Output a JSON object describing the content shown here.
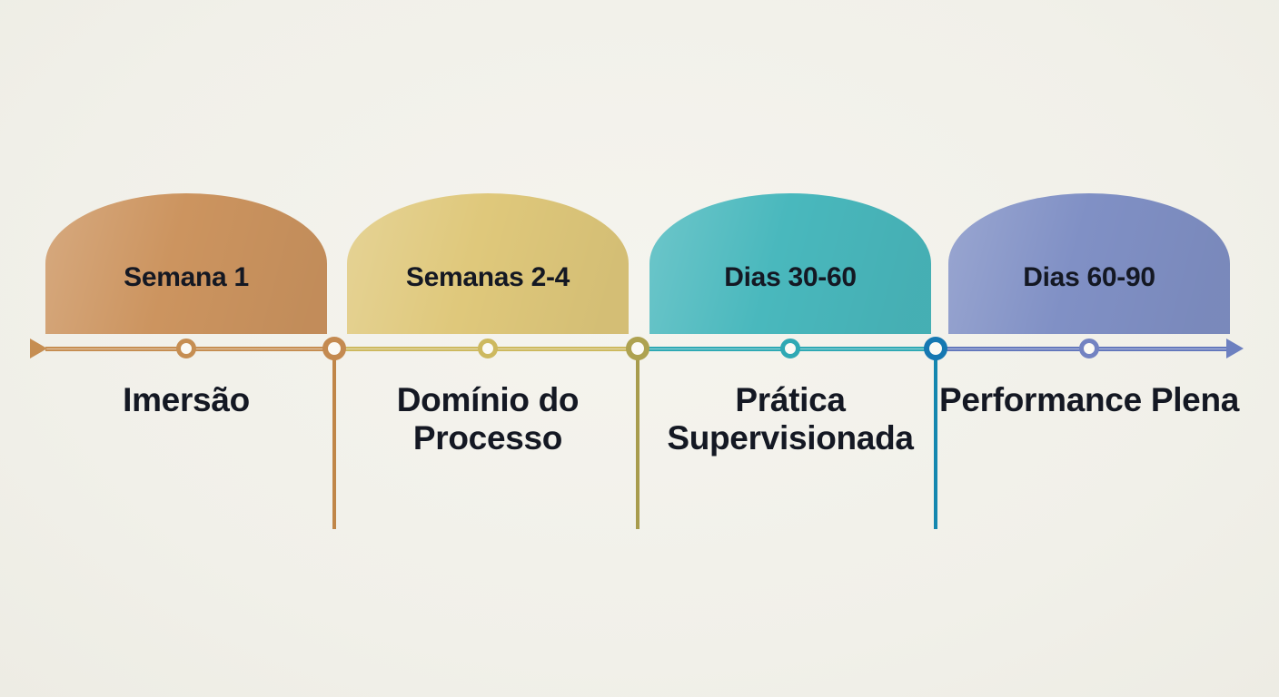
{
  "diagram": {
    "type": "timeline",
    "background_color": "#F1F0E9",
    "text_color": "#141823",
    "stages": [
      {
        "period": "Semana 1",
        "name": "Imersão",
        "dome_color": "#CC945F",
        "line_color": "#C68E52",
        "ring_color": "#C68E52"
      },
      {
        "period": "Semanas 2-4",
        "name": "Domínio do Processo",
        "dome_color": "#DFC87B",
        "line_color": "#CDB95F",
        "ring_color": "#CDB95F"
      },
      {
        "period": "Dias 30-60",
        "name": "Prática Supervisionada",
        "dome_color": "#49B8BD",
        "line_color": "#2FA9B4",
        "ring_color": "#2FA9B4"
      },
      {
        "period": "Dias 60-90",
        "name": "Performance Plena",
        "dome_color": "#8090C5",
        "line_color": "#6478BC",
        "ring_color": "#7383C2"
      }
    ],
    "connectors": [
      {
        "ring_color": "#C48A50",
        "line_color": "#C08648"
      },
      {
        "ring_color": "#AEA250",
        "line_color": "#A89C4D"
      },
      {
        "ring_color": "#1678B2",
        "line_color": "#1487AF"
      }
    ],
    "arrows": {
      "start_color": "#C68E52",
      "end_color": "#6D80C0"
    }
  }
}
